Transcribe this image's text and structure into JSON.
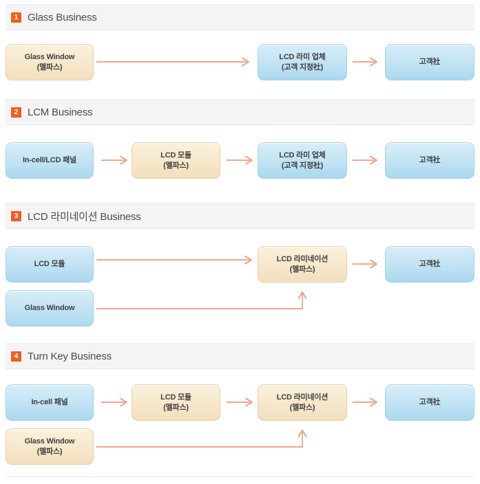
{
  "accent_color": "#ec5f24",
  "arrow_color": "#e8896a",
  "box_blue": "#c6e5f5",
  "box_beige": "#f7e8cd",
  "header_bg": "#f4f4f5",
  "sections": [
    {
      "number": "1",
      "title": "Glass Business",
      "nodes": [
        {
          "line1": "Glass Window",
          "line2": "(멜파스)",
          "style": "beige"
        },
        {
          "line1": "LCD 라미 업체",
          "line2": "(고객 지정社)",
          "style": "blue"
        },
        {
          "line1": "고객社",
          "line2": "",
          "style": "blue"
        }
      ]
    },
    {
      "number": "2",
      "title": "LCM Business",
      "nodes": [
        {
          "line1": "In-cell/LCD 패널",
          "line2": "",
          "style": "blue"
        },
        {
          "line1": "LCD 모듈",
          "line2": "(멜파스)",
          "style": "beige"
        },
        {
          "line1": "LCD 라미 업체",
          "line2": "(고객 지정社)",
          "style": "blue"
        },
        {
          "line1": "고객社",
          "line2": "",
          "style": "blue"
        }
      ]
    },
    {
      "number": "3",
      "title": "LCD 라미네이션 Business",
      "nodes": [
        {
          "line1": "LCD 모듈",
          "line2": "",
          "style": "blue"
        },
        {
          "line1": "Glass Window",
          "line2": "",
          "style": "blue"
        },
        {
          "line1": "LCD 라미네이션",
          "line2": "(멜파스)",
          "style": "beige"
        },
        {
          "line1": "고객社",
          "line2": "",
          "style": "blue"
        }
      ]
    },
    {
      "number": "4",
      "title": "Turn Key Business",
      "nodes": [
        {
          "line1": "In-cell 패널",
          "line2": "",
          "style": "blue"
        },
        {
          "line1": "Glass Window",
          "line2": "(멜파스)",
          "style": "beige"
        },
        {
          "line1": "LCD 모듈",
          "line2": "(멜파스)",
          "style": "beige"
        },
        {
          "line1": "LCD 라미네이션",
          "line2": "(멜파스)",
          "style": "beige"
        },
        {
          "line1": "고객社",
          "line2": "",
          "style": "blue"
        }
      ]
    }
  ]
}
